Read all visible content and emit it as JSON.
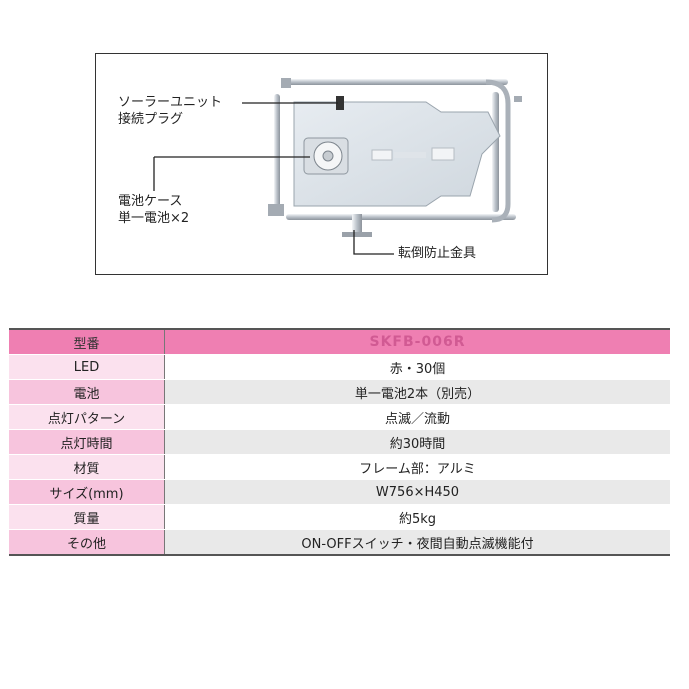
{
  "diagram": {
    "callouts": {
      "solar_plug": [
        "ソーラーユニット",
        "接続プラグ"
      ],
      "battery_case": [
        "電池ケース",
        "単一電池×2"
      ],
      "anti_tip": [
        "転倒防止金具"
      ]
    }
  },
  "spec": {
    "header": {
      "label": "型番",
      "value": "SKFB-006R"
    },
    "rows": [
      {
        "label": "LED",
        "value": "赤・30個"
      },
      {
        "label": "電池",
        "value": "単一電池2本（別売）"
      },
      {
        "label": "点灯パターン",
        "value": "点滅／流動"
      },
      {
        "label": "点灯時間",
        "value": "約30時間"
      },
      {
        "label": "材質",
        "value": "フレーム部：アルミ"
      },
      {
        "label": "サイズ(mm)",
        "value": "W756×H450"
      },
      {
        "label": "質量",
        "value": "約5kg"
      },
      {
        "label": "その他",
        "value": "ON-OFFスイッチ・夜間自動点滅機能付"
      }
    ]
  }
}
